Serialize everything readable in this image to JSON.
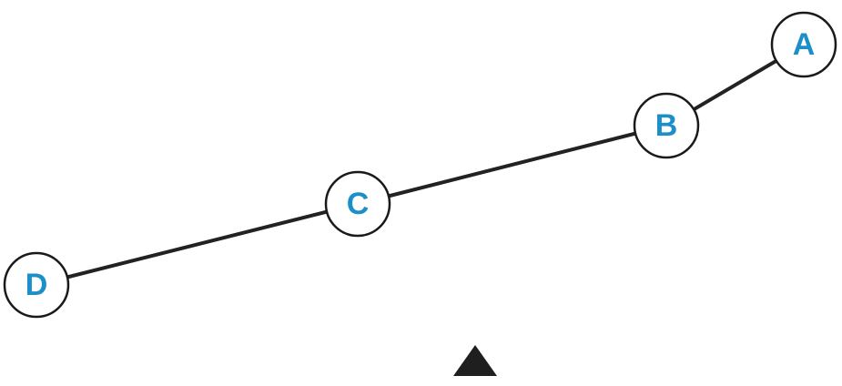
{
  "diagram": {
    "nodes": [
      {
        "id": "A",
        "label": "A"
      },
      {
        "id": "B",
        "label": "B"
      },
      {
        "id": "C",
        "label": "C"
      },
      {
        "id": "D",
        "label": "D"
      }
    ],
    "edges": [
      {
        "from": "A",
        "to": "B"
      },
      {
        "from": "B",
        "to": "C"
      },
      {
        "from": "C",
        "to": "D"
      }
    ],
    "colors": {
      "label": "#1a8fc8",
      "line": "#222222",
      "node_fill": "#ffffff",
      "node_stroke": "#1a1a1a",
      "marker": "#1f1f1f"
    },
    "marker_icon": "triangle-up-icon"
  }
}
